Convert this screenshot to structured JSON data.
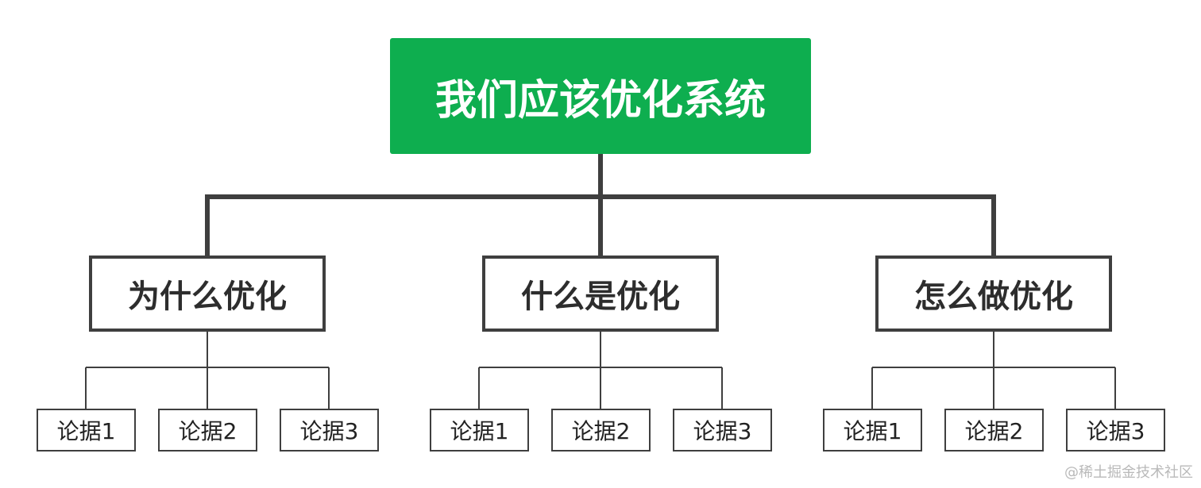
{
  "colors": {
    "root_fill": "#0eae4f",
    "root_text": "#ffffff",
    "line": "#3f3f3f",
    "node_text": "#2d2d2d"
  },
  "root": {
    "label": "我们应该优化系统"
  },
  "branches": [
    {
      "label": "为什么优化",
      "leaves": [
        {
          "label": "论据1"
        },
        {
          "label": "论据2"
        },
        {
          "label": "论据3"
        }
      ]
    },
    {
      "label": "什么是优化",
      "leaves": [
        {
          "label": "论据1"
        },
        {
          "label": "论据2"
        },
        {
          "label": "论据3"
        }
      ]
    },
    {
      "label": "怎么做优化",
      "leaves": [
        {
          "label": "论据1"
        },
        {
          "label": "论据2"
        },
        {
          "label": "论据3"
        }
      ]
    }
  ],
  "watermark": "@稀土掘金技术社区"
}
